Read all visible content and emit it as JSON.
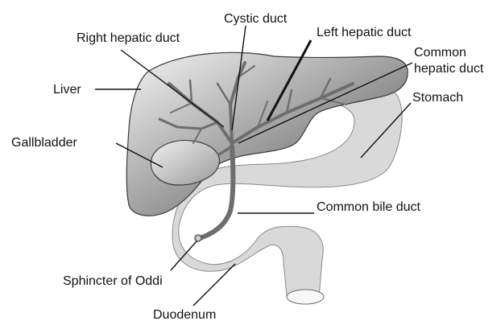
{
  "labels": {
    "cystic_duct": "Cystic duct",
    "right_hepatic_duct": "Right hepatic duct",
    "left_hepatic_duct": "Left hepatic duct",
    "common_hepatic_duct_line1": "Common",
    "common_hepatic_duct_line2": "hepatic duct",
    "liver": "Liver",
    "stomach": "Stomach",
    "gallbladder": "Gallbladder",
    "common_bile_duct": "Common bile duct",
    "sphincter_of_oddi": "Sphincter of Oddi",
    "duodenum": "Duodenum"
  },
  "colors": {
    "liver_light": "#f2f2f2",
    "liver_dark": "#5a5a5a",
    "stomach_fill": "#d9d9d9",
    "duct": "#6e6e6e",
    "outline": "#3a3a3a",
    "label_text": "#111111"
  }
}
